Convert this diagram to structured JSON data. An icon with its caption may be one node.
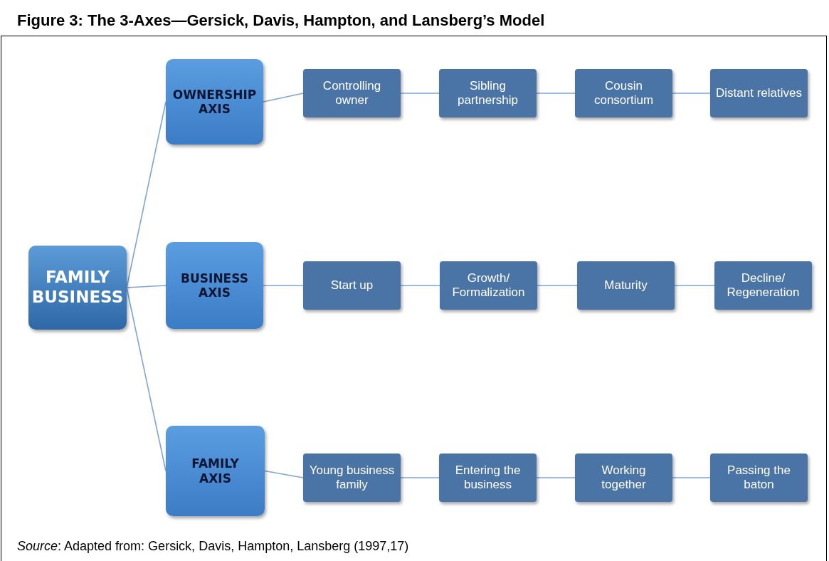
{
  "diagram": {
    "title": "Figure 3: The 3-Axes—Gersick, Davis, Hampton, and Lansberg’s Model",
    "caption": "*Source*: Adapted from: Gersick, Davis, Hampton, Lansberg (1997,17)",
    "nodes": [
      {
        "text": [
          "FAMILY BUSINESS"
        ]
      },
      {
        "text": [
          "OWNERSHIP AXIS"
        ]
      },
      {
        "text": [
          "Controlling owner"
        ]
      },
      {
        "text": [
          "Sibling partnership"
        ]
      },
      {
        "text": [
          "Cousin consortium"
        ]
      },
      {
        "text": [
          "Distant relatives"
        ]
      },
      {
        "text": [
          "BUSINESS AXIS"
        ]
      },
      {
        "text": [
          "Start up"
        ]
      },
      {
        "text": [
          "Growth/ Formalization"
        ]
      },
      {
        "text": [
          "Maturity"
        ]
      },
      {
        "text": [
          "Decline/ Regeneration"
        ]
      },
      {
        "text": [
          "FAMILY AXIS"
        ]
      },
      {
        "text": [
          "Young business family"
        ]
      },
      {
        "text": [
          "Entering the business"
        ]
      },
      {
        "text": [
          "Working together"
        ]
      },
      {
        "text": [
          "Passing the baton"
        ]
      }
    ],
    "edges": [
      {
        "from": 0,
        "to": 1,
        "arrow": "none"
      },
      {
        "from": 0,
        "to": 6,
        "arrow": "none"
      },
      {
        "from": 0,
        "to": 11,
        "arrow": "none"
      },
      {
        "from": 1,
        "to": 2,
        "arrow": "none"
      },
      {
        "from": 2,
        "to": 3,
        "arrow": "none"
      },
      {
        "from": 3,
        "to": 4,
        "arrow": "none"
      },
      {
        "from": 4,
        "to": 5,
        "arrow": "none"
      },
      {
        "from": 6,
        "to": 7,
        "arrow": "none"
      },
      {
        "from": 7,
        "to": 8,
        "arrow": "none"
      },
      {
        "from": 8,
        "to": 9,
        "arrow": "none"
      },
      {
        "from": 9,
        "to": 10,
        "arrow": "none"
      },
      {
        "from": 11,
        "to": 12,
        "arrow": "none"
      },
      {
        "from": 12,
        "to": 13,
        "arrow": "none"
      },
      {
        "from": 13,
        "to": 14,
        "arrow": "none"
      },
      {
        "from": 14,
        "to": 15,
        "arrow": "none"
      }
    ]
  }
}
